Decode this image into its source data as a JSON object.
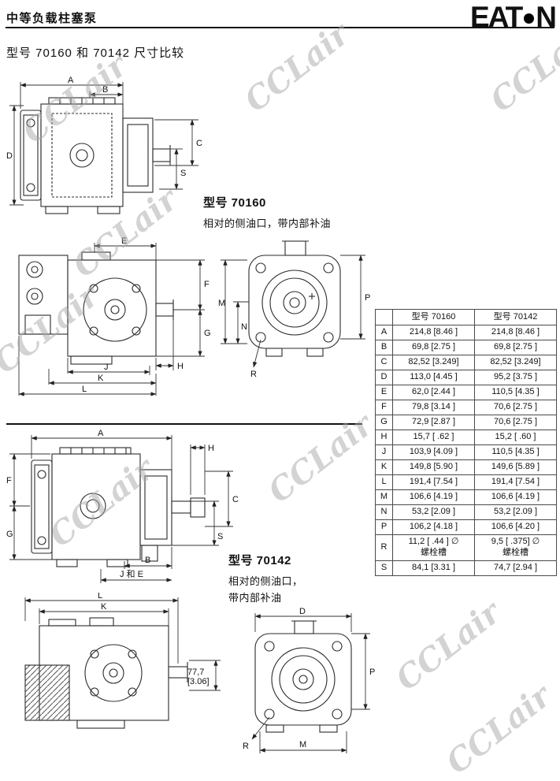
{
  "header": {
    "title": "中等负载柱塞泵",
    "subtitle": "型号  70160  和  70142  尺寸比较",
    "logo_left": "EAT",
    "logo_right": "N"
  },
  "watermark": "CCLair",
  "labels_70160": {
    "title": "型号 70160",
    "desc": "相对的侧油口，带内部补油"
  },
  "labels_70142": {
    "title": "型号 70142",
    "desc_line1": "相对的侧油口，",
    "desc_line2": "带内部补油"
  },
  "dims": {
    "A": "A",
    "B": "B",
    "C": "C",
    "D": "D",
    "E": "E",
    "F": "F",
    "G": "G",
    "H": "H",
    "J": "J",
    "JE": "J 和 E",
    "K": "K",
    "L": "L",
    "M": "M",
    "N": "N",
    "P": "P",
    "R": "R",
    "S": "S"
  },
  "annotations": {
    "dim777_line1": "77,7",
    "dim777_line2": "[3.06]"
  },
  "table": {
    "col_dim": "",
    "col_70160": "型号 70160",
    "col_70142": "型号 70142",
    "rows": [
      {
        "dim": "A",
        "m70160": "214,8  [8.46 ]",
        "m70142": "214,8  [8.46 ]"
      },
      {
        "dim": "B",
        "m70160": "69,8  [2.75 ]",
        "m70142": "69,8  [2.75 ]"
      },
      {
        "dim": "C",
        "m70160": "82,52 [3.249]",
        "m70142": "82,52 [3.249]"
      },
      {
        "dim": "D",
        "m70160": "113,0  [4.45 ]",
        "m70142": "95,2  [3.75 ]"
      },
      {
        "dim": "E",
        "m70160": "62,0  [2.44 ]",
        "m70142": "110,5  [4.35 ]"
      },
      {
        "dim": "F",
        "m70160": "79,8  [3.14 ]",
        "m70142": "70,6  [2.75 ]"
      },
      {
        "dim": "G",
        "m70160": "72,9  [2.87 ]",
        "m70142": "70,6  [2.75 ]"
      },
      {
        "dim": "H",
        "m70160": "15,7  [ .62 ]",
        "m70142": "15,2  [ .60 ]"
      },
      {
        "dim": "J",
        "m70160": "103,9  [4.09 ]",
        "m70142": "110,5  [4.35 ]"
      },
      {
        "dim": "K",
        "m70160": "149,8  [5.90 ]",
        "m70142": "149,6  [5.89 ]"
      },
      {
        "dim": "L",
        "m70160": "191,4  [7.54 ]",
        "m70142": "191,4  [7.54 ]"
      },
      {
        "dim": "M",
        "m70160": "106,6  [4.19 ]",
        "m70142": "106,6  [4.19 ]"
      },
      {
        "dim": "N",
        "m70160": "53,2  [2.09 ]",
        "m70142": "53,2  [2.09 ]"
      },
      {
        "dim": "P",
        "m70160": "106,2  [4.18 ]",
        "m70142": "106,6  [4.20 ]"
      },
      {
        "dim": "R",
        "m70160": "11,2  [ .44 ]  ∅\n螺栓槽",
        "m70142": "9,5  [ .375] ∅\n螺栓槽"
      },
      {
        "dim": "S",
        "m70160": "84,1  [3.31 ]",
        "m70142": "74,7  [2.94 ]"
      }
    ]
  }
}
